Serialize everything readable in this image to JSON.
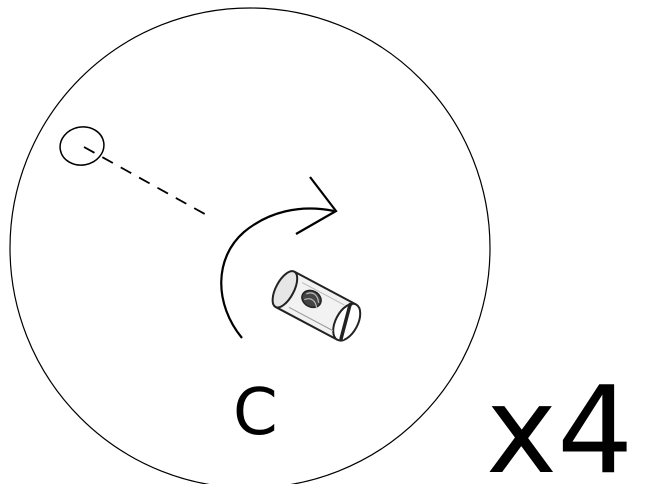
{
  "diagram": {
    "part_letter": "C",
    "quantity": "x4",
    "part_name": "cam-lock-nut",
    "rotation_direction": "clockwise",
    "line_color": "#000000"
  }
}
